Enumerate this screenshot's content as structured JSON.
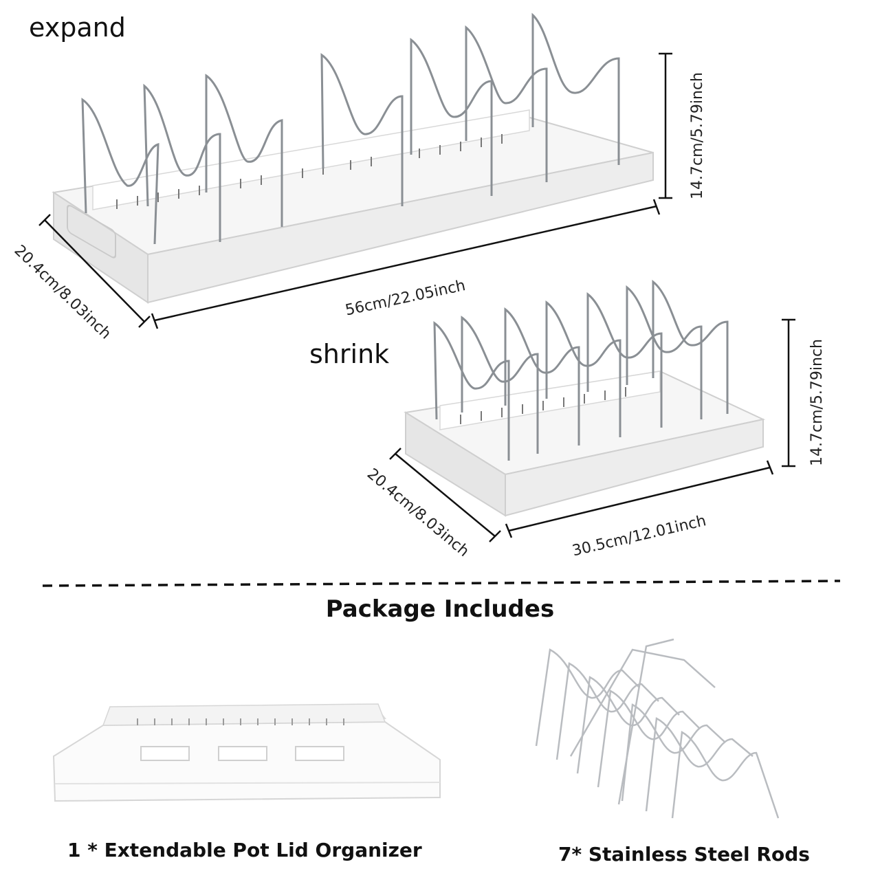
{
  "labels": {
    "expand": "expand",
    "shrink": "shrink"
  },
  "dimensions": {
    "expand_height": "14.7cm/5.79inch",
    "expand_width": "56cm/22.05inch",
    "expand_depth": "20.4cm/8.03inch",
    "shrink_height": "14.7cm/5.79inch",
    "shrink_width": "30.5cm/12.01inch",
    "shrink_depth": "20.4cm/8.03inch"
  },
  "package": {
    "heading": "Package Includes",
    "item1": "1 * Extendable Pot Lid Organizer",
    "item2": "7* Stainless Steel Rods"
  },
  "colors": {
    "steel": "#8a8f94",
    "tray": "#f4f4f4",
    "tray_edge": "#cfcfcf",
    "ink": "#111111"
  }
}
